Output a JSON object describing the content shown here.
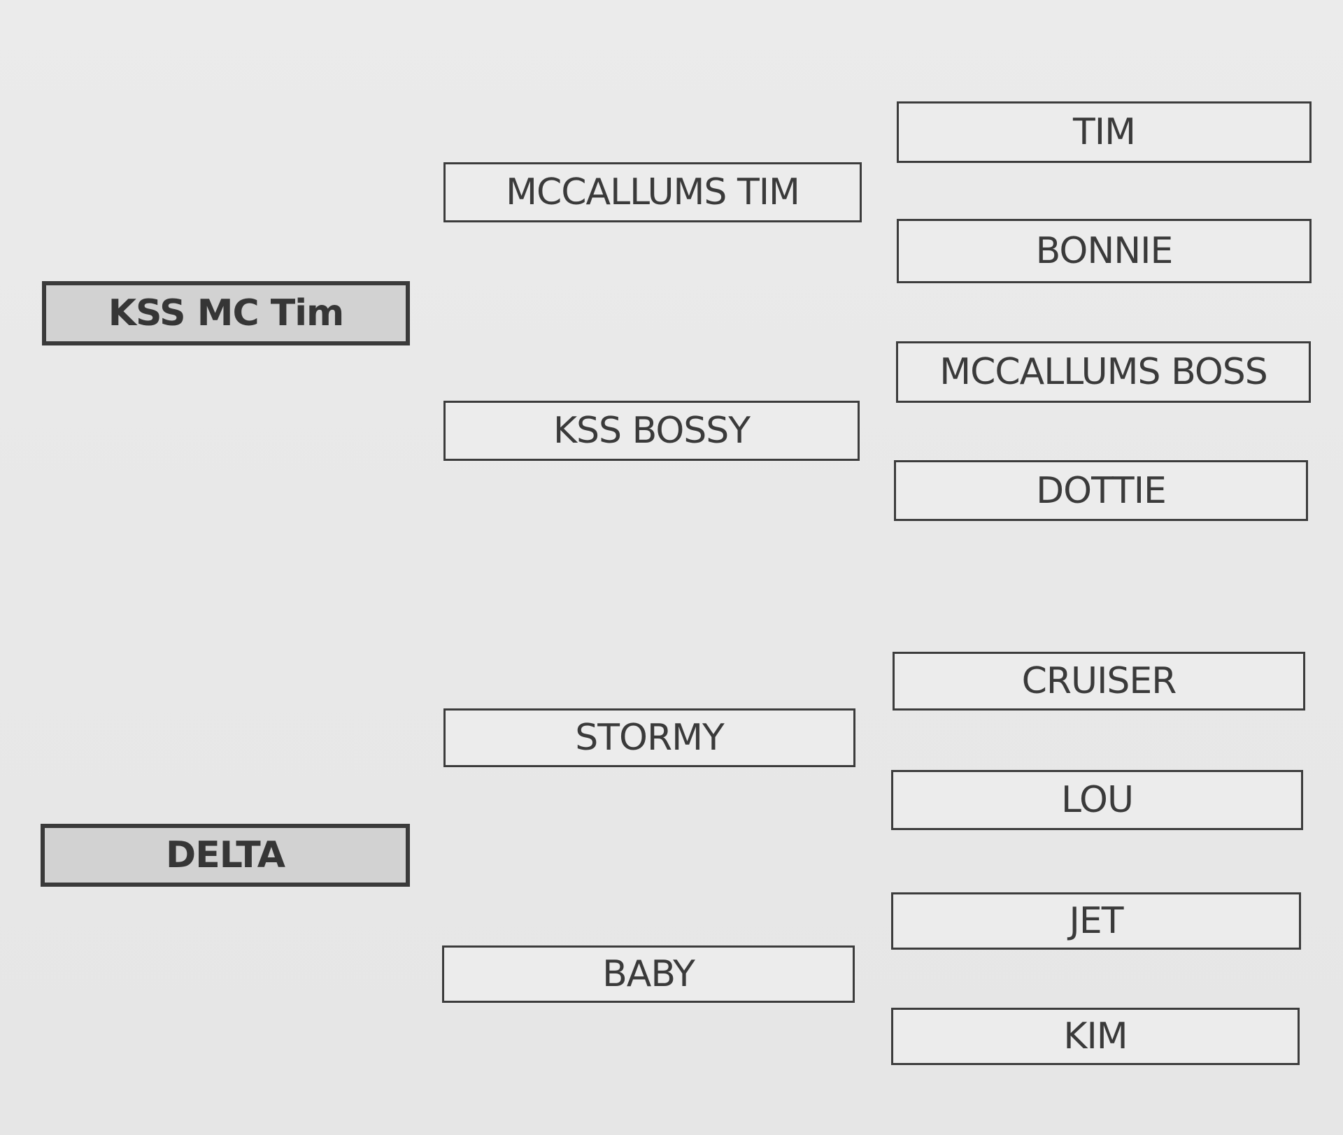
{
  "pedigree": {
    "sire": "KSS MC Tim",
    "dam": "DELTA",
    "sire_sire": "MCCALLUMS TIM",
    "sire_dam": "KSS BOSSY",
    "dam_sire": "STORMY",
    "dam_dam": "BABY",
    "sire_sire_sire": "TIM",
    "sire_sire_dam": "BONNIE",
    "sire_dam_sire": "MCCALLUMS BOSS",
    "sire_dam_dam": "DOTTIE",
    "dam_sire_sire": "CRUISER",
    "dam_sire_dam": "LOU",
    "dam_dam_sire": "JET",
    "dam_dam_dam": "KIM"
  }
}
